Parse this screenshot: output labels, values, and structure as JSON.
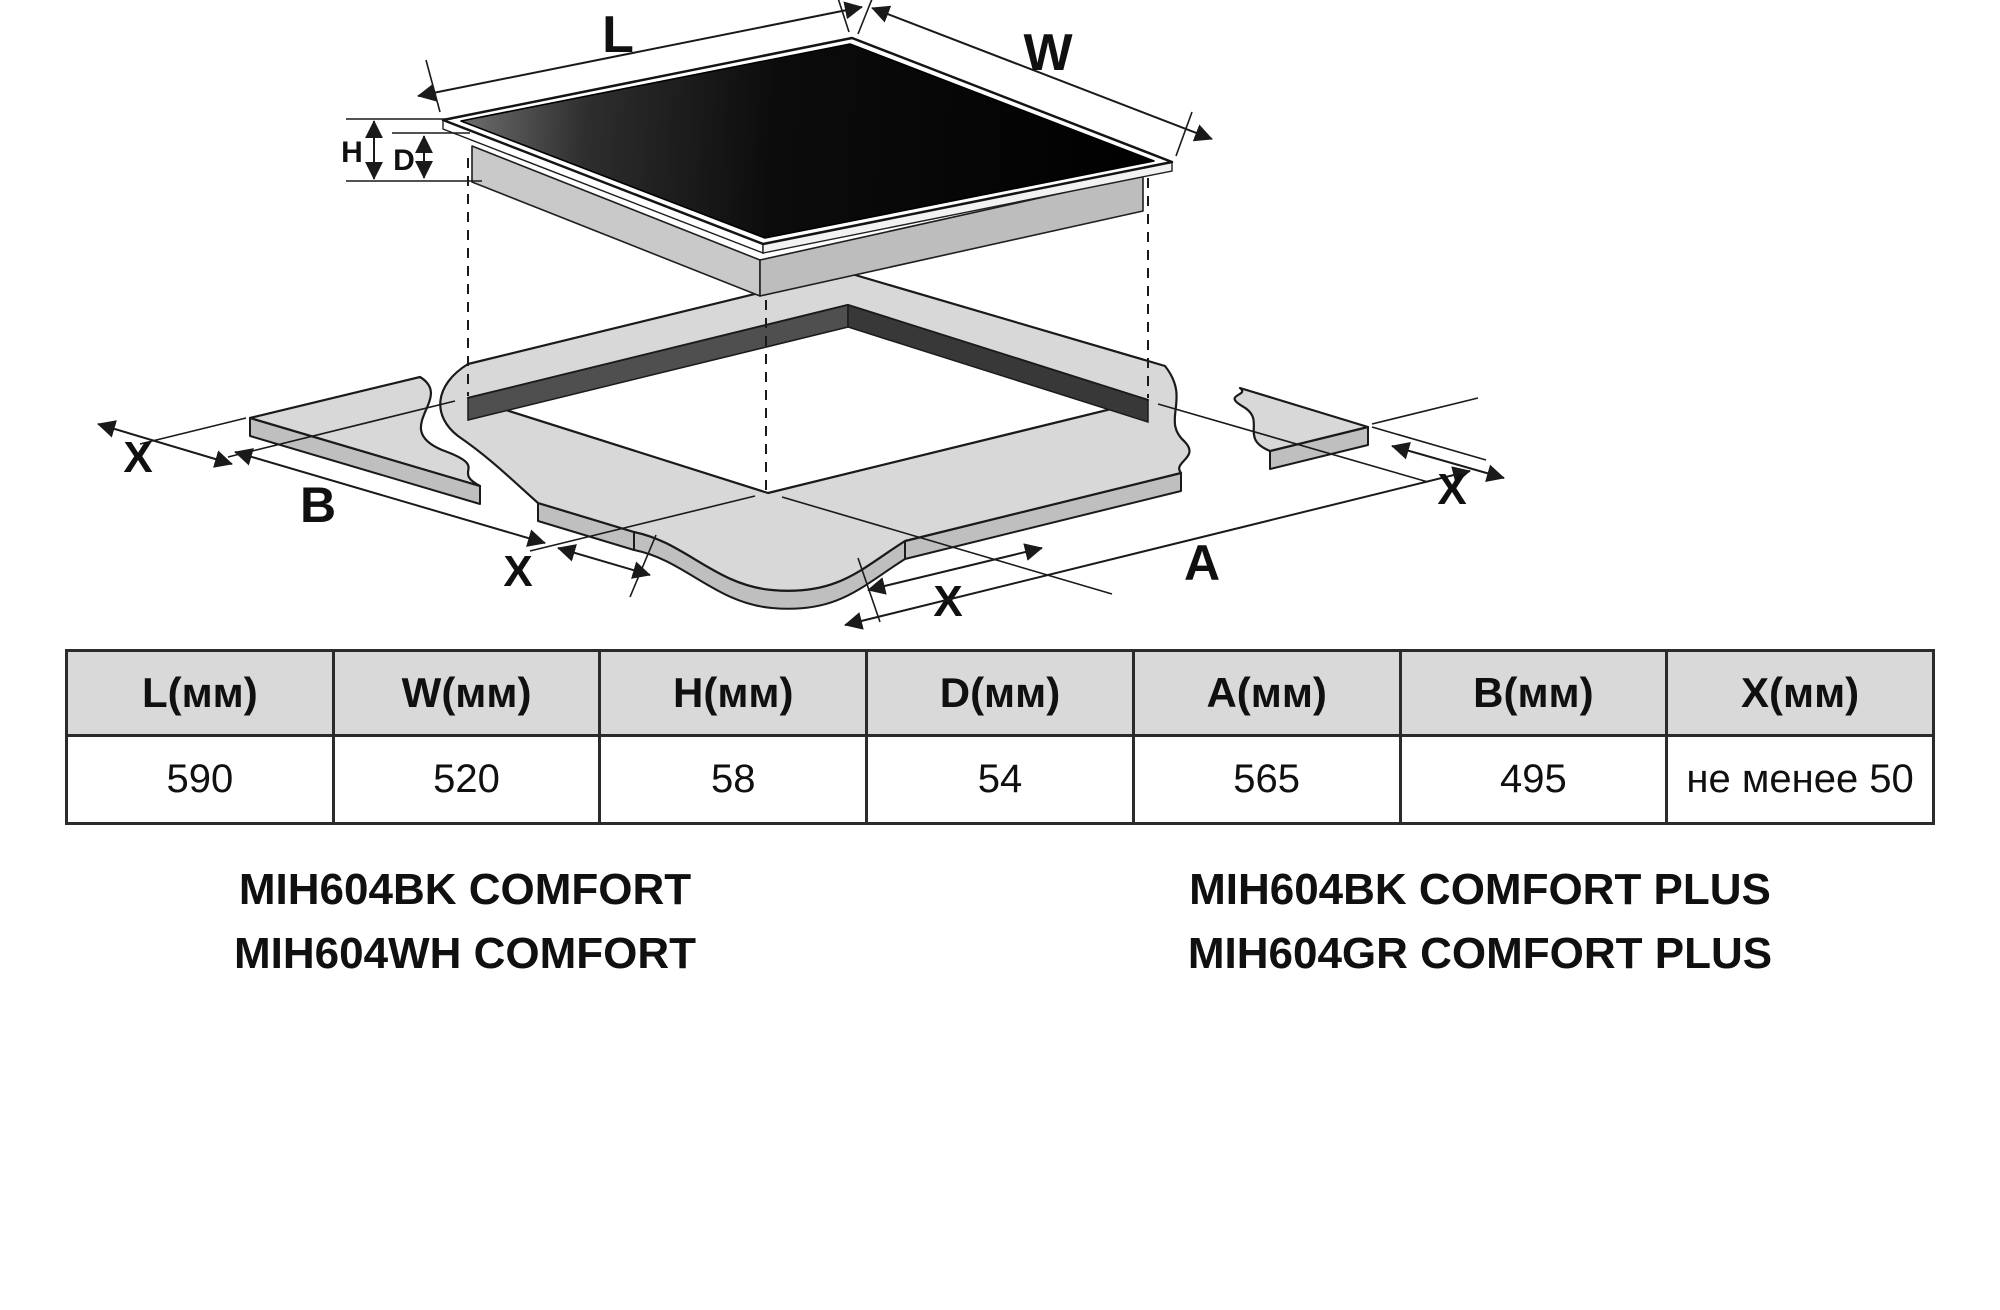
{
  "diagram": {
    "labels": {
      "L": "L",
      "W": "W",
      "H": "H",
      "D": "D",
      "A": "A",
      "B": "B",
      "X": "X"
    }
  },
  "table": {
    "headers": [
      "L(мм)",
      "W(мм)",
      "H(мм)",
      "D(мм)",
      "A(мм)",
      "B(мм)",
      "X(мм)"
    ],
    "values": [
      "590",
      "520",
      "58",
      "54",
      "565",
      "495",
      "не менее 50"
    ]
  },
  "models": {
    "left": [
      "MIH604BK COMFORT",
      "MIH604WH COMFORT"
    ],
    "right": [
      "MIH604BK COMFORT PLUS",
      "MIH604GR COMFORT PLUS"
    ]
  },
  "colors": {
    "line": "#1a1a1a",
    "countertop_top": "#d8d8d8",
    "countertop_side": "#bfbfbf",
    "cutout_wall_left": "#4f4f4f",
    "cutout_wall_right": "#383838",
    "glass": "#0f0f0f",
    "table_header_bg": "#d9d9d9",
    "background": "#ffffff"
  }
}
